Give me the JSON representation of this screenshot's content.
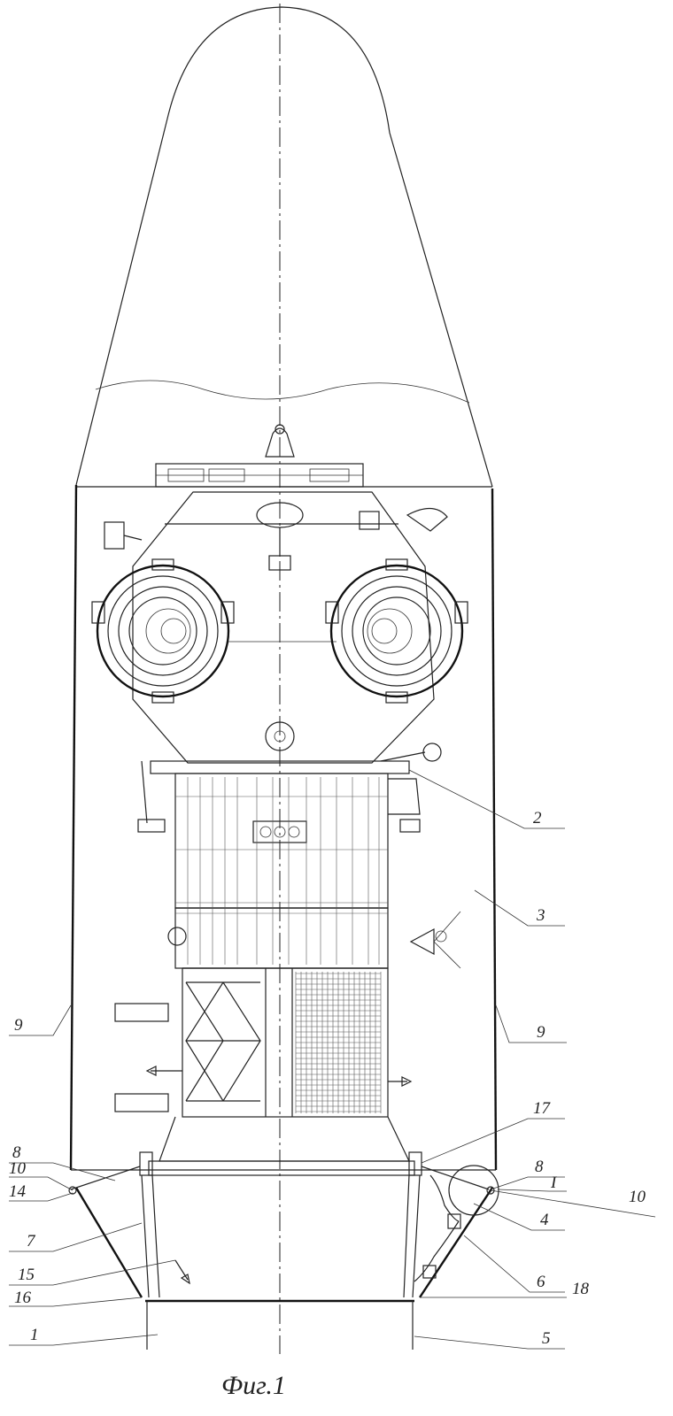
{
  "caption": "Фиг.1",
  "callouts": [
    {
      "id": "c2",
      "text": "2"
    },
    {
      "id": "c3",
      "text": "3"
    },
    {
      "id": "c9l",
      "text": "9"
    },
    {
      "id": "c9r",
      "text": "9"
    },
    {
      "id": "c17",
      "text": "17"
    },
    {
      "id": "c8l",
      "text": "8"
    },
    {
      "id": "c10l",
      "text": "10"
    },
    {
      "id": "c14",
      "text": "14"
    },
    {
      "id": "c8r",
      "text": "8"
    },
    {
      "id": "cI",
      "text": "I"
    },
    {
      "id": "c10r",
      "text": "10"
    },
    {
      "id": "c4",
      "text": "4"
    },
    {
      "id": "c7",
      "text": "7"
    },
    {
      "id": "c6",
      "text": "6"
    },
    {
      "id": "c15",
      "text": "15"
    },
    {
      "id": "c18",
      "text": "18"
    },
    {
      "id": "c16",
      "text": "16"
    },
    {
      "id": "c1",
      "text": "1"
    },
    {
      "id": "c5",
      "text": "5"
    }
  ]
}
